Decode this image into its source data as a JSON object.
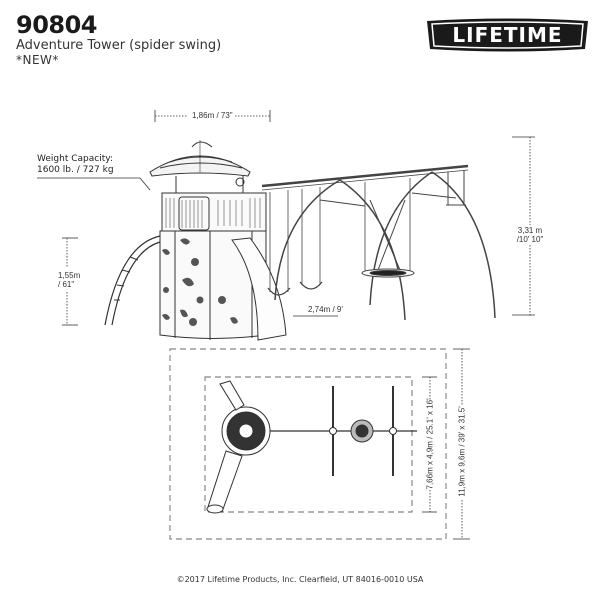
{
  "header": {
    "model_number": "90804",
    "product_name": "Adventure Tower (spider swing)",
    "badge": "*NEW*"
  },
  "logo": {
    "text": "LIFETIME",
    "background": "#1a1a1a",
    "text_color": "#ffffff"
  },
  "dimensions": {
    "tower_width": "1,86m / 73\"",
    "weight_capacity_label": "Weight Capacity:",
    "weight_capacity_value": "1600 lb. / 727 kg",
    "overall_height_line1": "3,31 m",
    "overall_height_line2": "/10' 10\"",
    "deck_height_line1": "1,55m",
    "deck_height_line2": "/ 61\"",
    "swing_beam_height": "2,74m / 9'",
    "play_area": "7,66m x 4,9m / 25.1' x 16'",
    "safety_zone": "11,9m x 9,6m / 39' x 31.5'"
  },
  "footer": {
    "copyright": "©2017 Lifetime Products, Inc. Clearfield, UT 84016-0010 USA"
  }
}
